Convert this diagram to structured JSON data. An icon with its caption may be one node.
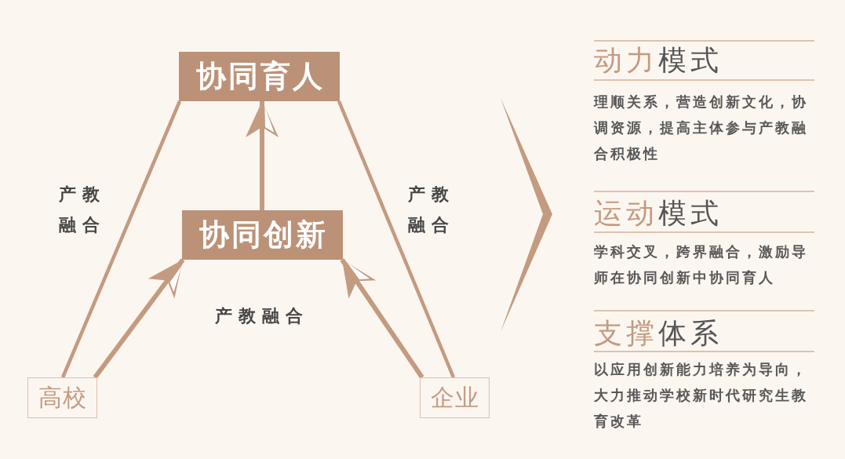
{
  "diagram": {
    "nodes": [
      {
        "text": [
          "协同育人"
        ]
      },
      {
        "text": [
          "协同创新"
        ]
      },
      {
        "text": [
          "高校"
        ]
      },
      {
        "text": [
          "企业"
        ]
      }
    ],
    "edges": [
      {
        "from": 1,
        "to": 0,
        "arrow": "to"
      },
      {
        "from": 2,
        "to": 1,
        "arrow": "to"
      },
      {
        "from": 3,
        "to": 1,
        "arrow": "to"
      },
      {
        "from": 2,
        "to": 0,
        "arrow": "none",
        "label": "产教融合"
      },
      {
        "from": 3,
        "to": 0,
        "arrow": "none",
        "label": "产教融合"
      }
    ],
    "labels": [
      "产教融合",
      "动力模式",
      "理顺关系，营造创新文化，协调资源，提高主体参与产教融合积极性",
      "运动模式",
      "学科交叉，跨界融合，激励导师在协同创新中协同育人",
      "支撑体系",
      "以应用创新能力培养为导向，大力推动学校新时代研究生教育改革"
    ]
  }
}
